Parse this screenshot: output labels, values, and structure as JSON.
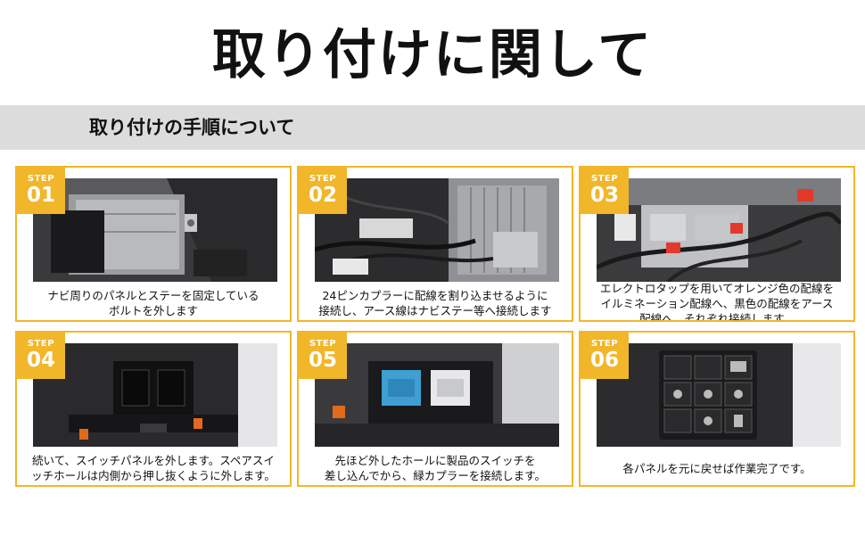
{
  "page": {
    "title": "取り付けに関して",
    "section_title": "取り付けの手順について"
  },
  "steps": [
    {
      "badge_label": "STEP",
      "number": "01",
      "caption": "ナビ周りのパネルとステーを固定している\nボルトを外します",
      "photo_icon": "navi-unit-photo"
    },
    {
      "badge_label": "STEP",
      "number": "02",
      "caption": "24ピンカプラーに配線を割り込ませるように\n接続し、アース線はナビステー等へ接続します",
      "photo_icon": "wiring-harness-photo"
    },
    {
      "badge_label": "STEP",
      "number": "03",
      "caption": "エレクトロタップを用いてオレンジ色の配線を\nイルミネーション配線へ、黒色の配線をアース\n配線へ、それぞれ接続します。",
      "photo_icon": "electro-tap-photo"
    },
    {
      "badge_label": "STEP",
      "number": "04",
      "caption": "続いて、スイッチパネルを外します。スペアスイ\nッチホールは内側から押し抜くように外します。",
      "photo_icon": "switch-panel-removed-photo"
    },
    {
      "badge_label": "STEP",
      "number": "05",
      "caption": "先ほど外したホールに製品のスイッチを\n差し込んでから、緑カプラーを接続します。",
      "photo_icon": "green-coupler-photo"
    },
    {
      "badge_label": "STEP",
      "number": "06",
      "caption": "各パネルを元に戻せば作業完了です。",
      "photo_icon": "switch-panel-installed-photo"
    }
  ],
  "colors": {
    "accent": "#f2b62a",
    "section_bar": "#dcdcdc",
    "text": "#111111",
    "coupler_green": "#3f9fd2",
    "wire_orange": "#e26a1c"
  }
}
